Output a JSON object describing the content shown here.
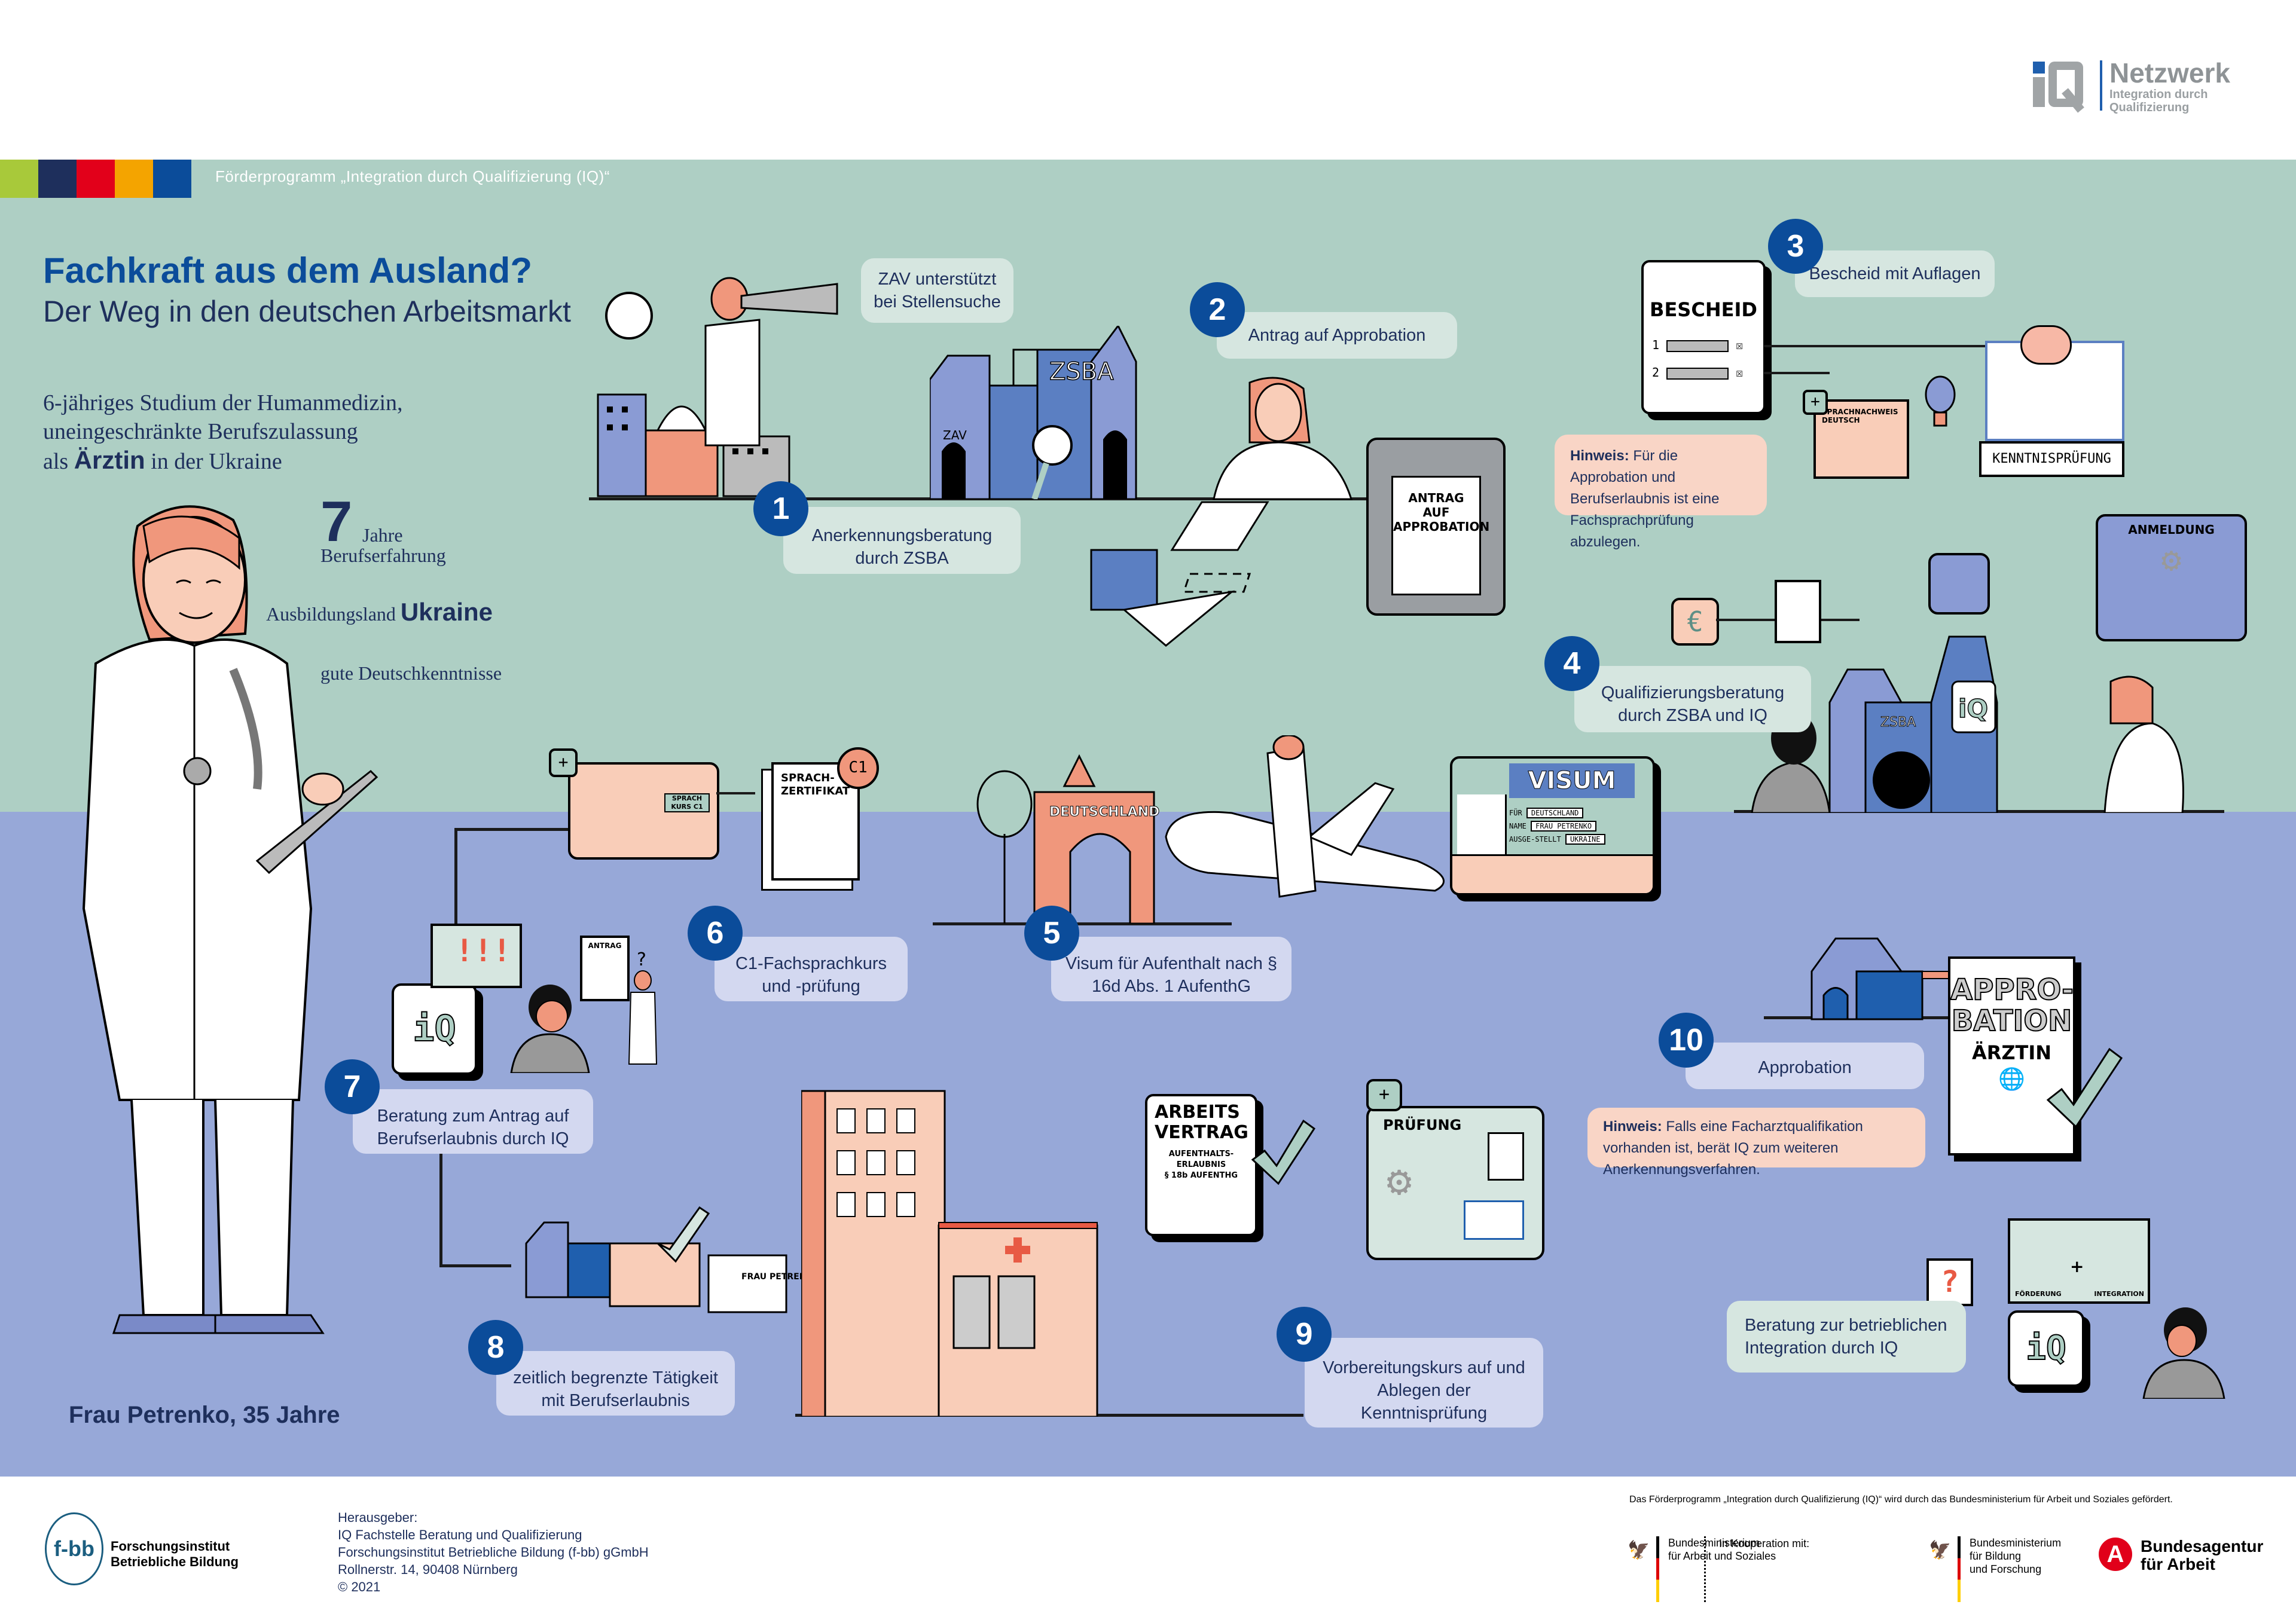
{
  "header": {
    "program_label": "Förderprogramm „Integration durch Qualifizierung (IQ)“",
    "logo": {
      "name": "Netzwerk",
      "subtitle_line1": "Integration durch",
      "subtitle_line2": "Qualifizierung"
    },
    "color_stripes": [
      "#a8c93a",
      "#1e2f5c",
      "#e2001a",
      "#f4a400",
      "#0b4c9a"
    ]
  },
  "title": "Fachkraft aus dem Ausland?",
  "subtitle": "Der Weg in den deutschen Arbeitsmarkt",
  "profile": {
    "intro_line1": "6-jähriges Studium der Humanmedizin,",
    "intro_line2": "uneingeschränkte Berufszulassung",
    "intro_line3_pre": "als",
    "intro_line3_bold": "Ärztin",
    "intro_line3_post": "in der Ukraine",
    "experience_years": "7",
    "experience_label1": "Jahre",
    "experience_label2": "Berufserfahrung",
    "country_label": "Ausbildungsland",
    "country": "Ukraine",
    "language": "gute Deutschkenntnisse",
    "person": "Frau Petrenko, 35 Jahre"
  },
  "steps": [
    {
      "number": "1",
      "label": "Anerkennungsberatung durch ZSBA"
    },
    {
      "number": "2",
      "label": "Antrag auf Approbation"
    },
    {
      "number": "3",
      "label": "Bescheid mit Auflagen"
    },
    {
      "number": "4",
      "label": "Qualifizierungsberatung durch ZSBA und IQ"
    },
    {
      "number": "5",
      "label": "Visum für Aufenthalt nach § 16d Abs. 1 AufenthG"
    },
    {
      "number": "6",
      "label": "C1-Fachsprachkurs und -prüfung"
    },
    {
      "number": "7",
      "label": "Beratung zum Antrag auf Berufserlaubnis durch IQ"
    },
    {
      "number": "8",
      "label": "zeitlich begrenzte Tätigkeit mit Berufserlaubnis"
    },
    {
      "number": "9",
      "label": "Vorbereitungskurs auf und Ablegen der Kenntnisprüfung"
    },
    {
      "number": "10",
      "label": "Approbation"
    }
  ],
  "side_labels": {
    "zav": "ZAV unterstützt bei Stellensuche",
    "integration": "Beratung zur betrieblichen Integration durch IQ"
  },
  "notes": {
    "note1_bold": "Hinweis:",
    "note1_text": "Für die Approbation und Berufserlaubnis ist eine Fachsprachprüfung abzulegen.",
    "note2_bold": "Hinweis:",
    "note2_text": "Falls eine Facharztqualifikation vorhanden ist, berät IQ zum weiteren Anerkennungsverfahren."
  },
  "illustration_text": {
    "zsba": "ZSBA",
    "zav": "ZAV",
    "antrag_approbation": "ANTRAG AUF APPROBATION",
    "bescheid": "BESCHEID",
    "bescheid_items": [
      "1",
      "2"
    ],
    "sprachnachweis": "SPRACHNACHWEIS DEUTSCH",
    "kenntnispruefung": "KENNTNISPRÜFUNG",
    "anmeldung": "ANMELDUNG",
    "iq": "iQ",
    "euro": "€",
    "sprachkurs": "SPRACH KURS C1",
    "sprachzertifikat": "SPRACH-ZERTIFIKAT",
    "c1": "C1",
    "deutschland_gate": "DEUTSCHLAND",
    "visum": "VISUM",
    "visum_fields": [
      {
        "key": "FÜR",
        "value": "DEUTSCHLAND"
      },
      {
        "key": "NAME",
        "value": "FRAU PETRENKO"
      },
      {
        "key": "AUSGE-STELLT",
        "value": "UKRAINE"
      }
    ],
    "antrag": "ANTRAG",
    "badge_name": "FRAU PETRENKO",
    "arbeitsvertrag": "ARBEITS VERTRAG",
    "aufenthalt": "AUFENTHALTS-ERLAUBNIS",
    "paragraph": "§ 18b AUFENTHG",
    "pruefung": "PRÜFUNG",
    "approbation_doc": "APPRO-BATION",
    "aerztin": "ÄRZTIN",
    "foerderung": "FÖRDERUNG",
    "integration": "INTEGRATION",
    "question": "?",
    "exclaim": "!!!",
    "plus": "+"
  },
  "footer": {
    "fbb_logo": "f-bb",
    "fbb_name_line1": "Forschungsinstitut",
    "fbb_name_line2": "Betriebliche Bildung",
    "publisher": [
      "Herausgeber:",
      "IQ Fachstelle Beratung und Qualifizierung",
      "Forschungsinstitut Betriebliche Bildung (f-bb) gGmbH",
      "Rollnerstr. 14, 90408 Nürnberg",
      "© 2021"
    ],
    "funding_note": "Das Förderprogramm „Integration durch Qualifizierung (IQ)“ wird durch das Bundesministerium für Arbeit und Soziales gefördert.",
    "bmas_line1": "Bundesministerium",
    "bmas_line2": "für Arbeit und Soziales",
    "coop_label": "In Kooperation mit:",
    "bmbf_line1": "Bundesministerium",
    "bmbf_line2": "für Bildung",
    "bmbf_line3": "und Forschung",
    "ba_line1": "Bundesagentur",
    "ba_line2": "für Arbeit"
  },
  "colors": {
    "top_band": "#aecfc4",
    "bottom_band": "#97a8d8",
    "badge": "#0b4c9a",
    "label_green": "#d6e6e0",
    "label_lavender": "#d3d8f0",
    "note": "#f9d5c6",
    "text": "#1e2f5c",
    "title": "#0b4c9a"
  }
}
